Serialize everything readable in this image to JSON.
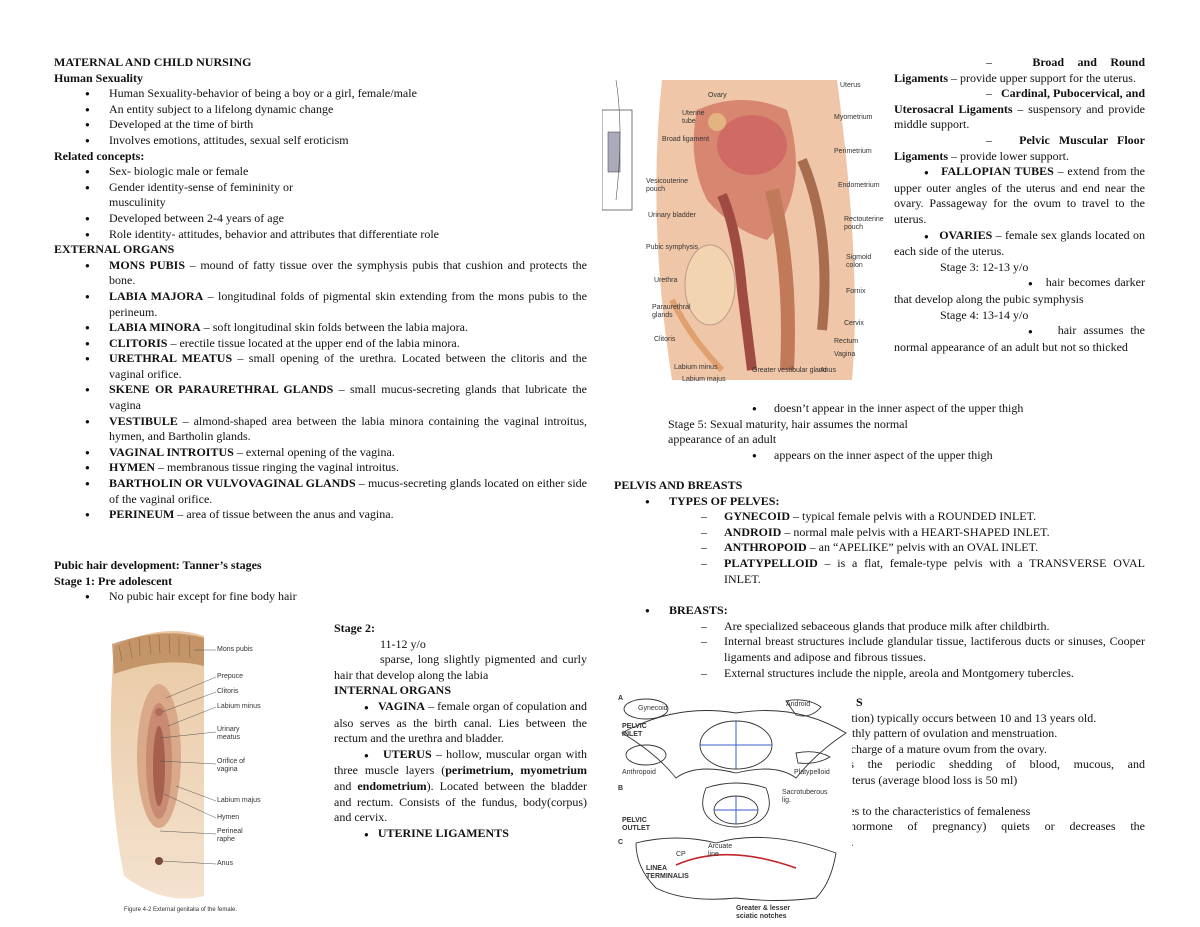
{
  "left": {
    "title": "MATERNAL AND CHILD NURSING",
    "human_sexuality_heading": "Human Sexuality",
    "human_sexuality_items": [
      "Human Sexuality-behavior of being a boy or a girl, female/male",
      "An entity subject to a lifelong dynamic change",
      "Developed at the time of birth",
      "Involves emotions, attitudes, sexual self eroticism"
    ],
    "related_heading": "Related concepts:",
    "related_items": [
      "Sex- biologic male or female",
      "Gender identity-sense of femininity or musculinity",
      "Developed between 2-4 years of age",
      "Role identity- attitudes, behavior and attributes that differentiate role"
    ],
    "external_heading": "EXTERNAL ORGANS",
    "external_items": [
      {
        "term": "MONS PUBIS",
        "desc": " – mound of fatty tissue over the symphysis pubis that cushion and protects the bone."
      },
      {
        "term": "LABIA MAJORA",
        "desc": " – longitudinal folds of pigmental skin extending from the mons pubis to the perineum."
      },
      {
        "term": "LABIA MINORA",
        "desc": " – soft longitudinal skin folds between the labia majora."
      },
      {
        "term": "CLITORIS",
        "desc": " – erectile tissue located at the upper end of the labia minora."
      },
      {
        "term": "URETHRAL MEATUS",
        "desc": " – small opening of the urethra. Located between the clitoris and the vaginal orifice."
      },
      {
        "term": "SKENE OR PARAURETHRAL GLANDS",
        "desc": " – small mucus-secreting glands that lubricate the vagina"
      },
      {
        "term": "VESTIBULE",
        "desc": " – almond-shaped area between the labia minora containing the vaginal introitus, hymen, and Bartholin glands."
      },
      {
        "term": "VAGINAL INTROITUS",
        "desc": " – external opening of the vagina."
      },
      {
        "term": "HYMEN",
        "desc": " – membranous tissue ringing the vaginal introitus."
      },
      {
        "term": "BARTHOLIN OR VULVOVAGINAL GLANDS",
        "desc": " – mucus-secreting glands located on either side of the vaginal orifice."
      },
      {
        "term": "PERINEUM",
        "desc": " – area of tissue between the anus and vagina."
      }
    ],
    "pubic_heading": "Pubic hair development: Tanner’s stages",
    "stage1_heading": "Stage 1: Pre adolescent",
    "stage1_item": "No pubic hair except for fine body hair",
    "stage2_heading": "Stage 2:",
    "stage2_age": "11-12 y/o",
    "stage2_desc": "sparse, long slightly pigmented and curly hair that develop along the labia",
    "internal_heading": "INTERNAL ORGANS",
    "vagina_term": "VAGINA",
    "vagina_desc": " – female organ of copulation and also serves as the birth canal. Lies between the rectum and the urethra and bladder.",
    "uterus_term": "UTERUS",
    "uterus_desc_a": " – hollow, muscular organ with three muscle layers (",
    "uterus_layers": "perimetrium, myometrium",
    "uterus_and": " and ",
    "uterus_endo": "endometrium",
    "uterus_desc_b": "). Located between the bladder and rectum. Consists of the fundus, body(corpus) and cervix.",
    "ligaments_heading": "UTERINE LIGAMENTS"
  },
  "vulva_figure": {
    "labels": [
      "Mons pubis",
      "Prepuce",
      "Clitoris",
      "Labium minus",
      "Urinary meatus",
      "Orifice of vagina",
      "Labium majus",
      "Hymen",
      "Perineal raphe",
      "Anus"
    ],
    "caption": "Figure 4-2 External genitalia of the female."
  },
  "pelvis_section_figure": {
    "labels_left": [
      "Ovary",
      "Uterine tube",
      "Broad ligament",
      "Vesicouterine pouch",
      "Urinary bladder",
      "Pubic symphysis",
      "Urethra",
      "Paraurethral glands",
      "Clitoris",
      "Labium minus",
      "Labium majus"
    ],
    "labels_right": [
      "Uterus",
      "Myometrium",
      "Perimetrium",
      "Endometrium",
      "Rectouterine pouch",
      "Sigmoid colon",
      "Fornix",
      "Cervix",
      "Rectum",
      "Vagina",
      "Greater vestibular gland",
      "Anus"
    ]
  },
  "right": {
    "broad_term": "Broad and Round Ligaments",
    "broad_desc": " – provide upper support for the uterus.",
    "cardinal_term": "Cardinal, Pubocervical, and Uterosacral Ligaments",
    "cardinal_desc": " – suspensory and provide middle support.",
    "pelvic_term": "Pelvic Muscular Floor Ligaments",
    "pelvic_desc": " – provide lower support.",
    "fallopian_term": "FALLOPIAN TUBES",
    "fallopian_desc": " – extend from the upper outer angles of the uterus and end near the ovary. Passageway for the ovum to travel to the uterus.",
    "ovaries_term": "OVARIES",
    "ovaries_desc": " – female sex glands located on each side of the uterus.",
    "stage3": "Stage 3: 12-13 y/o",
    "stage3_hair": "hair becomes darker that develop along the pubic symphysis",
    "stage4": "Stage 4: 13-14 y/o",
    "stage4_hair": "hair assumes the normal appearance of an adult but not so thicked",
    "stage4_inner": "doesn’t appear in the inner aspect of the upper thigh",
    "stage5": "Stage 5: Sexual maturity, hair assumes the normal appearance of an adult",
    "stage5_inner": "appears on the inner aspect of the upper thigh",
    "pelvis_heading": "PELVIS AND BREASTS",
    "types_heading": "TYPES OF PELVES:",
    "pelves": [
      {
        "term": "GYNECOID",
        "desc": " – typical female pelvis with a ROUNDED INLET."
      },
      {
        "term": "ANDROID",
        "desc": " – normal male pelvis with a HEART-SHAPED INLET."
      },
      {
        "term": "ANTHROPOID",
        "desc": " – an “APELIKE” pelvis with an OVAL INLET."
      },
      {
        "term": "PLATYPELLOID",
        "desc": " – is a flat, female-type pelvis with a TRANSVERSE OVAL INLET."
      }
    ],
    "breasts_heading": "BREASTS:",
    "breasts": [
      "Are specialized sebaceous glands that produce milk after childbirth.",
      "Internal breast structures include glandular tissue, lactiferous ducts or sinuses, Cooper ligaments and adipose and fibrous tissues.",
      "External structures include the nipple, areola and Montgomery tubercles."
    ],
    "partial_lines": [
      "S",
      "ation) typically occurs between 10 and 13 years old.",
      "nthly pattern of ovulation and menstruation.",
      "scharge of a mature ovum from the ovary.",
      "is the periodic shedding of blood, mucous, and",
      "uterus (average blood loss is 50 ml)",
      "tes to the characteristics of femaleness",
      "(hormone of pregnancy) quiets or decreases the",
      "s."
    ]
  },
  "pelves_figure": {
    "labels": [
      "A",
      "Gynecoid",
      "Android",
      "PELVIC INLET",
      "Anthropoid",
      "Platypelloid",
      "B",
      "Sacrotuberous lig.",
      "PELVIC OUTLET",
      "C",
      "CP",
      "Arcuate line",
      "LINEA TERMINALIS",
      "Greater & lesser sciatic notches"
    ]
  }
}
